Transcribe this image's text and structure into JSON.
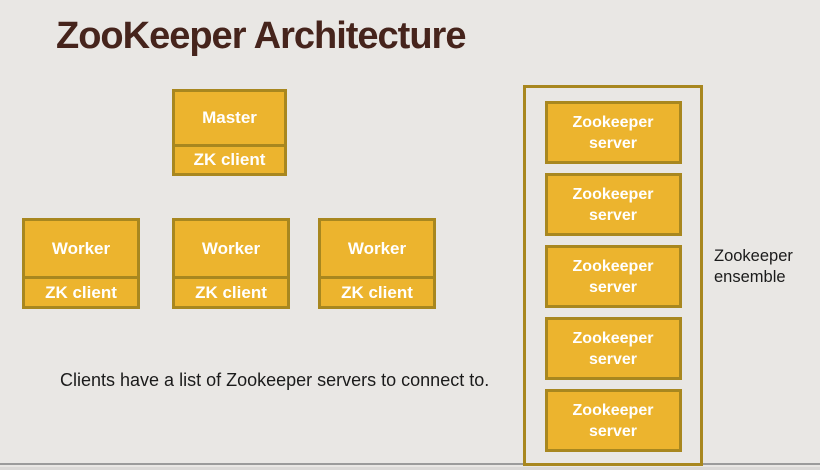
{
  "title": "ZooKeeper Architecture",
  "master": {
    "label": "Master",
    "client_label": "ZK client"
  },
  "workers": [
    {
      "label": "Worker",
      "client_label": "ZK client"
    },
    {
      "label": "Worker",
      "client_label": "ZK client"
    },
    {
      "label": "Worker",
      "client_label": "ZK client"
    }
  ],
  "ensemble": {
    "label": "Zookeeper\nensemble",
    "servers": [
      "Zookeeper\nserver",
      "Zookeeper\nserver",
      "Zookeeper\nserver",
      "Zookeeper\nserver",
      "Zookeeper\nserver"
    ]
  },
  "caption": "Clients have a list of Zookeeper servers to connect to.",
  "colors": {
    "background": "#e9e7e4",
    "box_fill": "#ecb42e",
    "box_border": "#a8871f",
    "title_text": "#46241c",
    "body_text": "#1b1b1b",
    "box_text": "#ffffff"
  }
}
